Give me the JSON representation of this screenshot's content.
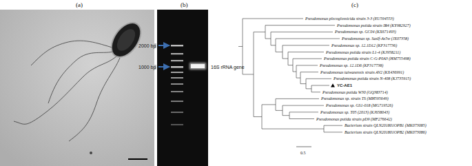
{
  "diagram": {
    "labels": [
      "(a)",
      "(b)",
      "(c)",
      "2000 bp",
      "1000 bp",
      "16S rRNA gene",
      "Pseudomonas plecoglossicida strain 3-3 (EU594553)",
      "Pseudomonas putida strain IR4 (KY982927)",
      "Pseudomonas sp. GC04 (KX671493)",
      "Pseudomonas sp. SasIf-As5w (JX07358)",
      "Pseudomonas sp. 12.1D12 (KF317736)",
      "Pseudomonas putida strain L1-4 (KJ958211)",
      "Pseudomonas putida strain C-G-P0A3 (HM755498)",
      "Pseudomonas sp. 12.1D6 (KF317738)",
      "Pseudomonas taiwanensis strain AV2 (KX436991)",
      "Pseudomonas putida strain N-408 (KJ735915)",
      "YC-AE1",
      "Pseudomonas putida W30 (GQ383714)",
      "Pseudomonas sp. strain TS (MH595649)",
      "Pseudomonas sp. GS1-018 (MG719526)",
      "Pseudomonas sp. T05 (2013) (KJ658043)",
      "Pseudomonas putida strain pD9 (MF276642)",
      "Bacterium strain QLN201801OPB1 (MK073085)",
      "Bacterium strain QLN201801OPB2 (MK073086)",
      "0.5"
    ]
  }
}
